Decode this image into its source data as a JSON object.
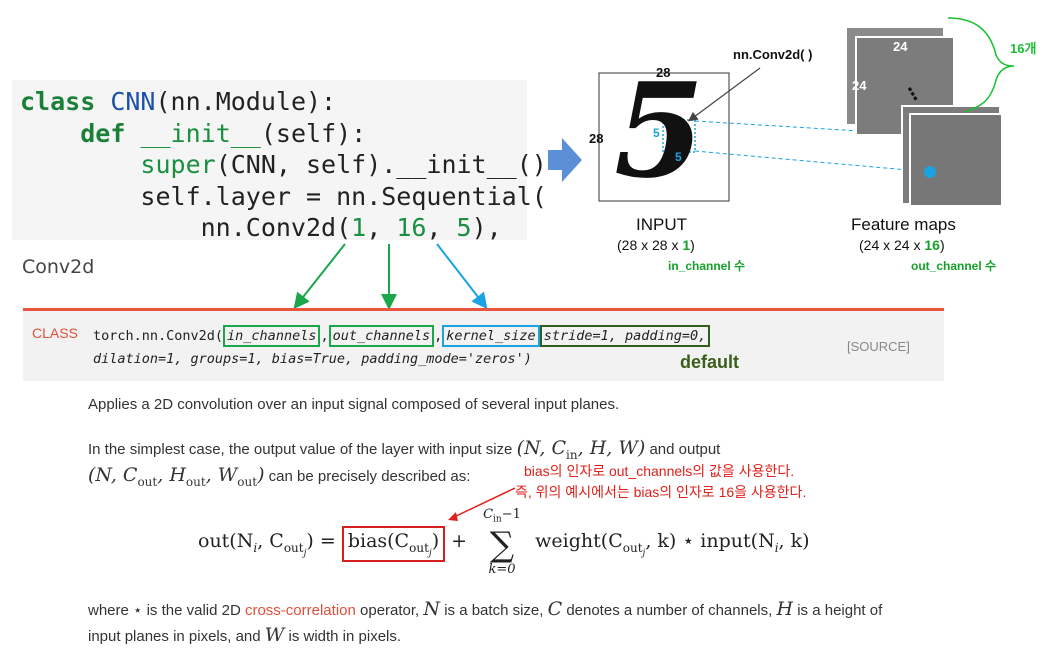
{
  "code": {
    "line1_kw": "class",
    "line1_name": "CNN",
    "line1_rest": "(nn.Module):",
    "line2_kw": "def",
    "line2_name": "__init__",
    "line2_rest": "(self):",
    "line3_super": "super",
    "line3_rest": "(CNN, self).__init__()",
    "line4": "self.layer = nn.Sequential(",
    "line5_pre": "nn.Conv2d(",
    "line5_a": "1",
    "line5_b": "16",
    "line5_c": "5",
    "sep": ", ",
    "line5_post": "),"
  },
  "diagram": {
    "nnconv_label": "nn.Conv2d( )",
    "dim_top": "28",
    "dim_left": "28",
    "kernel_a": "5",
    "kernel_b": "5",
    "input_title": "INPUT",
    "input_dims_pre": "(28 x 28 x ",
    "input_dims_num": "1",
    "input_dims_post": ")",
    "in_channel_note": "in_channel 수",
    "fmap_24a": "24",
    "fmap_24b": "24",
    "fmap_dots": "⋮",
    "fmap_count": "16개",
    "fmap_title": "Feature maps",
    "fmap_dims_pre": "(24 x 24 x ",
    "fmap_dims_num": "16",
    "fmap_dims_post": ")",
    "out_channel_note": "out_channel 수",
    "digit": "5"
  },
  "doc": {
    "section_title": "Conv2d",
    "class_tag": "CLASS",
    "sig_prefix": "torch.nn.Conv2d(",
    "p_in": "in_channels",
    "p_out": "out_channels",
    "p_kernel": "kernel_size",
    "p_defaults": "stride=1, padding=0,",
    "comma": ",",
    "sig_line2": "dilation=1, groups=1, bias=True, padding_mode='zeros')",
    "source_link": "[SOURCE]",
    "default_label": "default",
    "para1": "Applies a 2D convolution over an input signal composed of several input planes.",
    "para2_a": "In the simplest case, the output value of the layer with input size",
    "para2_math1": "(N, C",
    "para2_math1_sub": "in",
    "para2_math1_end": ", H, W)",
    "para2_b": "and output",
    "para2_math2": "(N, C",
    "para2_math2_sub": "out",
    "para2_math2_mid": ", H",
    "para2_math2_sub2": "out",
    "para2_math2_mid2": ", W",
    "para2_math2_sub3": "out",
    "para2_math2_end": ")",
    "para2_c": "can be precisely described as:",
    "note_line1": "bias의 인자로 out_channels의 값을 사용한다.",
    "note_line2": "즉, 위의 예시에서는 bias의 인자로 16을 사용한다.",
    "formula_lhs": "out(N",
    "formula_lhs_sub": "i",
    "formula_lhs_mid": ", C",
    "formula_lhs_sub2": "out",
    "formula_lhs_sub3": "j",
    "formula_lhs_end": ") =",
    "formula_bias": "bias(C",
    "formula_bias_sub": "out",
    "formula_bias_sub2": "j",
    "formula_bias_end": ")",
    "formula_plus": "+",
    "sum_top": "C",
    "sum_top_sub": "in",
    "sum_top_end": "−1",
    "sum_sym": "∑",
    "sum_bottom": "k=0",
    "formula_rhs": "weight(C",
    "formula_rhs_sub": "out",
    "formula_rhs_sub2": "j",
    "formula_rhs_mid": ", k) ⋆ input(N",
    "formula_rhs_sub3": "i",
    "formula_rhs_end": ", k)",
    "para3_a": "where ⋆ is the valid 2D",
    "para3_link": "cross-correlation",
    "para3_b": "operator,",
    "para3_N": "N",
    "para3_c": "is a batch size,",
    "para3_C": "C",
    "para3_d": "denotes a number of channels,",
    "para3_H": "H",
    "para3_e": "is a height of",
    "para4_a": "input planes in pixels, and",
    "para4_W": "W",
    "para4_b": "is width in pixels."
  },
  "colors": {
    "green_box": "#1aa64a",
    "cyan_box": "#1aa3e0",
    "dark_green_box": "#2f5e1e",
    "red_box": "#d62020",
    "accent_red": "#e8543d"
  }
}
